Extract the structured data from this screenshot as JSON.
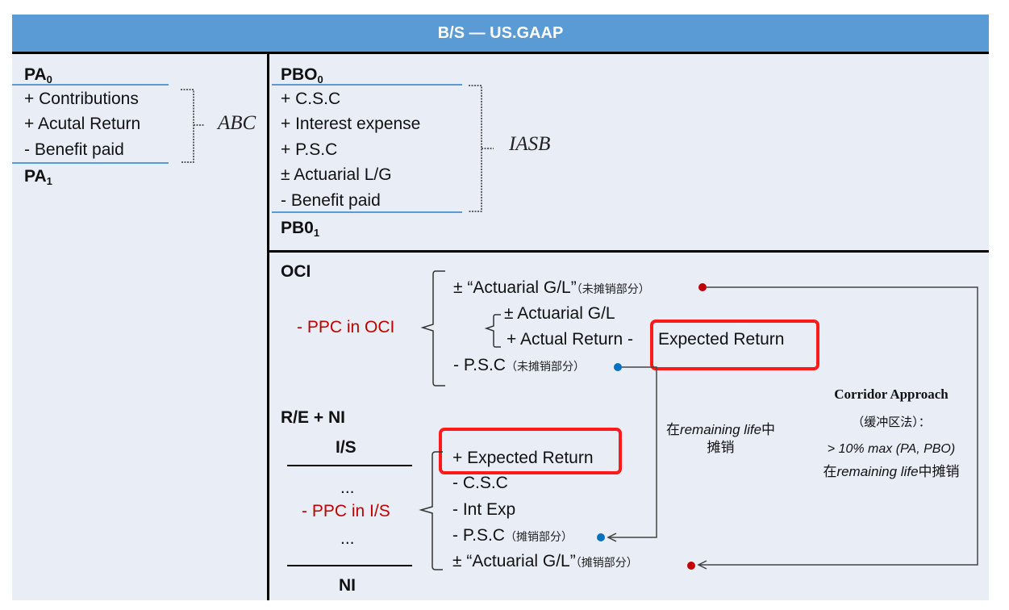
{
  "header": {
    "title": "B/S — US.GAAP"
  },
  "pa": {
    "start": "PA",
    "start_sub": "0",
    "items": [
      "+ Contributions",
      "+ Acutal Return",
      "-  Benefit paid"
    ],
    "end": "PA",
    "end_sub": "1",
    "brace_label": "ABC"
  },
  "pbo": {
    "start": "PBO",
    "start_sub": "0",
    "items": [
      "+ C.S.C",
      "+ Interest expense",
      "+ P.S.C",
      "± Actuarial L/G",
      "-  Benefit paid"
    ],
    "end": "PB0",
    "end_sub": "1",
    "brace_label": "IASB"
  },
  "oci": {
    "title": "OCI",
    "label": "- PPC in OCI",
    "item1": "± “Actuarial G/L”",
    "item1_note": "（未摊销部分）",
    "sub1": "± Actuarial G/L",
    "sub2_prefix": "+ Actual Return -",
    "sub2_boxed": "Expected Return",
    "item3": "-  P.S.C",
    "item3_note": "（未摊销部分）"
  },
  "is": {
    "title": "R/E  + NI",
    "subtitle": "I/S",
    "dots1": "...",
    "label": "- PPC in I/S",
    "dots2": "...",
    "ni": "NI",
    "items": [
      "+ Expected Return",
      "-  C.S.C",
      "-  Int Exp",
      "-  P.S.C",
      "± “Actuarial G/L”"
    ],
    "psc_note": "（摊销部分）",
    "agl_note": "（摊销部分）"
  },
  "amortize_note": {
    "line1_cn": "在",
    "line1_en": "remaining life",
    "line1_cn2": "中",
    "line2": "摊销"
  },
  "corridor": {
    "title": "Corridor Approach",
    "cn": "（缓冲区法）：",
    "rule": "> 10% max (PA, PBO)",
    "note_cn": "在",
    "note_en": "remaining life",
    "note_cn2": "中摊销"
  },
  "colors": {
    "header": "#5b9bd5",
    "panel": "#e9edf5",
    "red_text": "#c00000",
    "highlight": "#ff1a1a",
    "dot_red": "#c00000",
    "dot_blue": "#0070c0"
  }
}
